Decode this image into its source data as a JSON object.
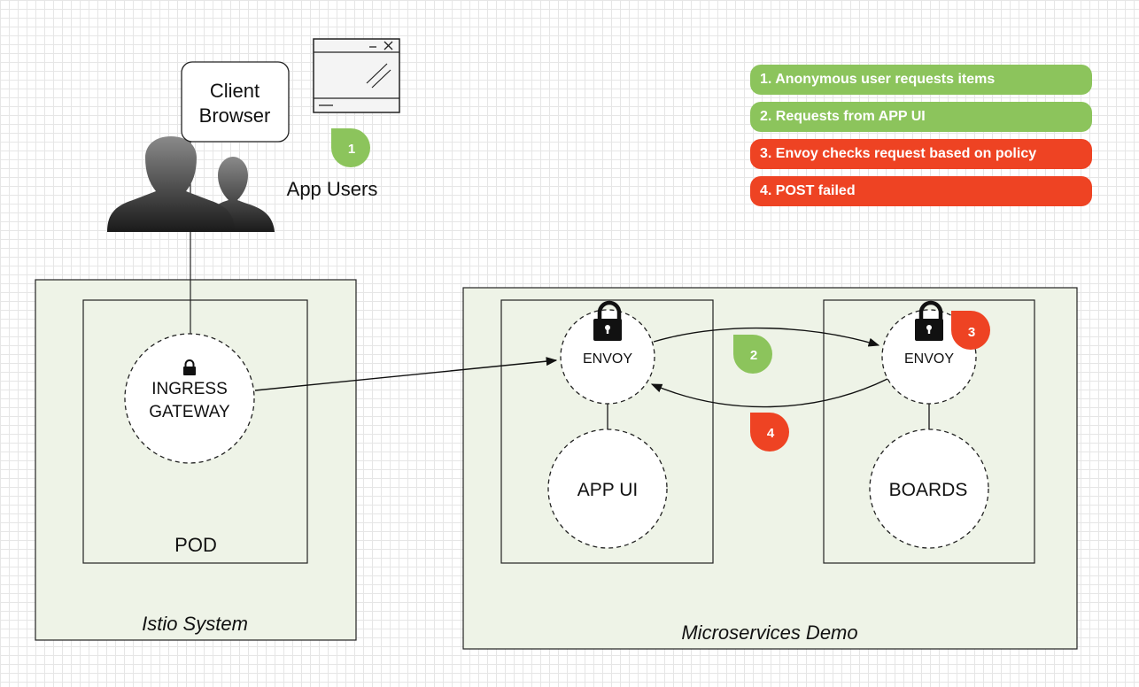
{
  "colors": {
    "step_green": "#8cc45c",
    "step_red": "#ee4323",
    "container_fill": "#eef3e7",
    "border": "#222222"
  },
  "client": {
    "bubble_line1": "Client",
    "bubble_line2": "Browser",
    "users_label": "App Users",
    "step_number": "1"
  },
  "legend": [
    {
      "text": "1. Anonymous user requests items",
      "status": "success"
    },
    {
      "text": "2. Requests from APP UI",
      "status": "success"
    },
    {
      "text": "3. Envoy checks request based on policy",
      "status": "error"
    },
    {
      "text": "4. POST failed",
      "status": "error"
    }
  ],
  "istio_system": {
    "label": "Istio System",
    "pod_label": "POD",
    "gateway_line1": "INGRESS",
    "gateway_line2": "GATEWAY"
  },
  "microservices": {
    "label": "Microservices Demo",
    "envoy_left": "ENVOY",
    "app_ui": "APP UI",
    "envoy_right": "ENVOY",
    "boards": "BOARDS",
    "step_2": "2",
    "step_3": "3",
    "step_4": "4"
  }
}
